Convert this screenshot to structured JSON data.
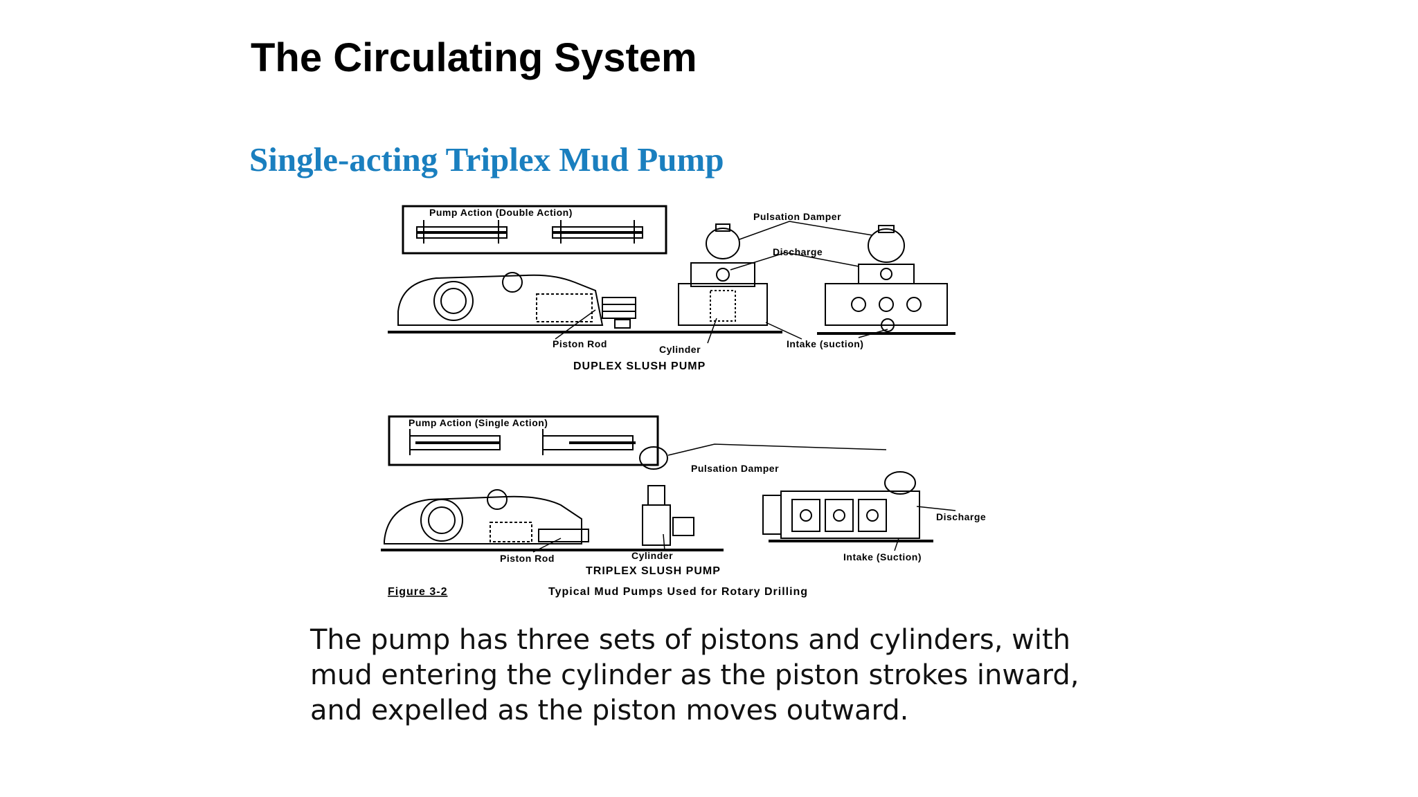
{
  "slide": {
    "title": "The Circulating System",
    "subtitle": "Single-acting Triplex Mud Pump"
  },
  "figure": {
    "duplex": {
      "inset_label": "Pump Action (Double Action)",
      "pulsation_damper": "Pulsation Damper",
      "discharge": "Discharge",
      "piston_rod": "Piston Rod",
      "cylinder": "Cylinder",
      "intake": "Intake (suction)",
      "caption": "DUPLEX SLUSH PUMP"
    },
    "triplex": {
      "inset_label": "Pump Action (Single Action)",
      "pulsation_damper": "Pulsation Damper",
      "discharge": "Discharge",
      "piston_rod": "Piston Rod",
      "cylinder": "Cylinder",
      "intake": "Intake (Suction)",
      "caption": "TRIPLEX SLUSH PUMP"
    },
    "figure_number": "Figure 3-2",
    "figure_caption": "Typical Mud Pumps Used for Rotary Drilling"
  },
  "body": {
    "lines": [
      "The pump has three sets of pistons and cylinders, with",
      "mud entering the cylinder as the piston strokes inward,",
      "and expelled as the piston moves outward."
    ]
  }
}
